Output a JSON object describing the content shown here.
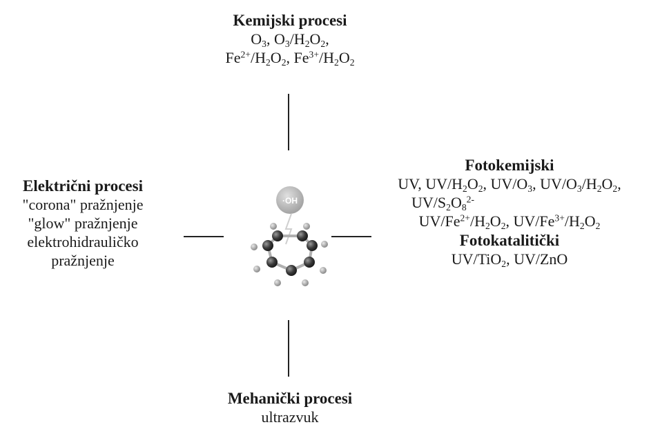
{
  "center": {
    "radical_label": "·OH"
  },
  "chemical": {
    "title": "Kemijski procesi",
    "l1_a": "O",
    "l1_a_sub": "3",
    "l1_b": ", O",
    "l1_b_sub": "3",
    "l1_c": "/H",
    "l1_c_sub": "2",
    "l1_d": "O",
    "l1_d_sub": "2",
    "l1_e": ",",
    "l2_a": "Fe",
    "l2_a_sup": "2+",
    "l2_b": "/H",
    "l2_b_sub": "2",
    "l2_c": "O",
    "l2_c_sub": "2",
    "l2_d": ", Fe",
    "l2_d_sup": "3+",
    "l2_e": "/H",
    "l2_e_sub": "2",
    "l2_f": "O",
    "l2_f_sub": "2"
  },
  "electrical": {
    "title": "Električni procesi",
    "items": [
      "\"corona\" pražnjenje",
      "\"glow\" pražnjenje",
      "elektrohidrauličko",
      "pražnjenje"
    ]
  },
  "photochemical": {
    "title": "Fotokemijski",
    "l1_a": "UV, UV/H",
    "l1_a_sub": "2",
    "l1_b": "O",
    "l1_b_sub": "2",
    "l1_c": ", UV/O",
    "l1_c_sub": "3",
    "l1_d": ", UV/O",
    "l1_d_sub": "3",
    "l1_e": "/H",
    "l1_e_sub": "2",
    "l1_f": "O",
    "l1_f_sub": "2",
    "l1_g": ",",
    "l2_a": "UV/S",
    "l2_a_sub": "2",
    "l2_b": "O",
    "l2_b_sub": "8",
    "l2_b_sup": "2-",
    "l3_a": "UV/Fe",
    "l3_a_sup": "2+",
    "l3_b": "/H",
    "l3_b_sub": "2",
    "l3_c": "O",
    "l3_c_sub": "2",
    "l3_d": ", UV/Fe",
    "l3_d_sup": "3+",
    "l3_e": "/H",
    "l3_e_sub": "2",
    "l3_f": "O",
    "l3_f_sub": "2"
  },
  "photocatalytic": {
    "title": "Fotokatalitički",
    "a": "UV/TiO",
    "a_sub": "2",
    "b": ", UV/ZnO"
  },
  "mechanical": {
    "title": "Mehanički procesi",
    "items": [
      "ultrazvuk"
    ]
  },
  "colors": {
    "text": "#1a1a1a",
    "carbon": "#3a3a3a",
    "hydrogen": "#9a9a9a",
    "radical_bg": "#b8b8b8"
  }
}
